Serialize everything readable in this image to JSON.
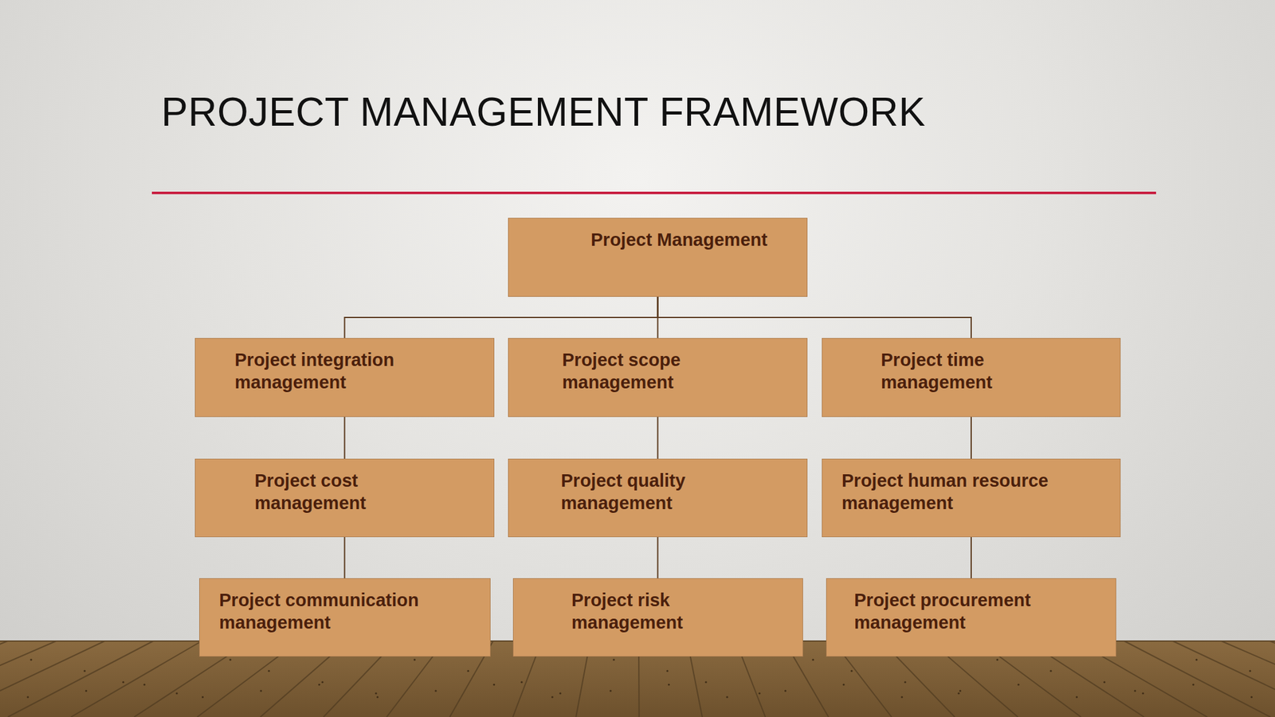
{
  "diagram": {
    "title": "PROJECT MANAGEMENT FRAMEWORK",
    "nodes": [
      {
        "text": [
          "Project Management"
        ]
      },
      {
        "text": [
          "Project integration management"
        ]
      },
      {
        "text": [
          "Project scope management"
        ]
      },
      {
        "text": [
          "Project time management"
        ]
      },
      {
        "text": [
          "Project cost management"
        ]
      },
      {
        "text": [
          "Project quality management"
        ]
      },
      {
        "text": [
          "Project human resource management"
        ]
      },
      {
        "text": [
          "Project communication management"
        ]
      },
      {
        "text": [
          "Project risk management"
        ]
      },
      {
        "text": [
          "Project procurement management"
        ]
      }
    ],
    "edges": [
      {
        "from": 0,
        "to": 1,
        "arrow": "none"
      },
      {
        "from": 0,
        "to": 2,
        "arrow": "none"
      },
      {
        "from": 0,
        "to": 3,
        "arrow": "none"
      },
      {
        "from": 1,
        "to": 4,
        "arrow": "none"
      },
      {
        "from": 2,
        "to": 5,
        "arrow": "none"
      },
      {
        "from": 3,
        "to": 6,
        "arrow": "none"
      },
      {
        "from": 4,
        "to": 7,
        "arrow": "none"
      },
      {
        "from": 5,
        "to": 8,
        "arrow": "none"
      },
      {
        "from": 6,
        "to": 9,
        "arrow": "none"
      }
    ]
  }
}
